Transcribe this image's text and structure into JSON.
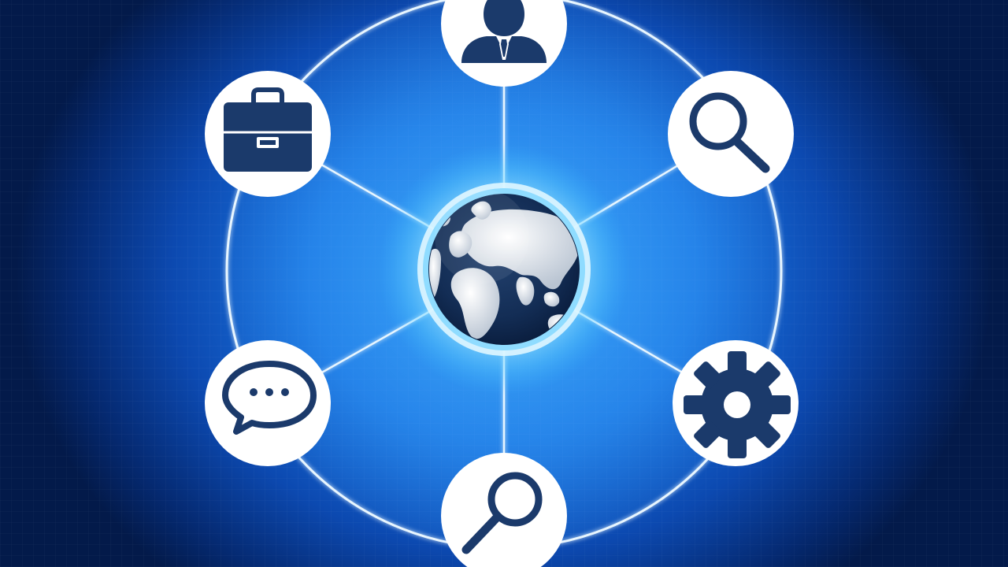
{
  "diagram": {
    "center": {
      "icon": "globe-icon"
    },
    "nodes": [
      {
        "id": "top",
        "icon": "person-icon"
      },
      {
        "id": "top-right",
        "icon": "search-icon"
      },
      {
        "id": "bottom-right",
        "icon": "gear-icon"
      },
      {
        "id": "bottom",
        "icon": "search-icon"
      },
      {
        "id": "bottom-left",
        "icon": "chat-bubble-icon"
      },
      {
        "id": "top-left",
        "icon": "briefcase-icon"
      }
    ]
  },
  "colors": {
    "background_dark": "#031a4a",
    "background_glow": "#2f9bf5",
    "icon_navy": "#1b3a6b",
    "node_fill": "#ffffff",
    "ring_line": "#e8f6ff"
  }
}
